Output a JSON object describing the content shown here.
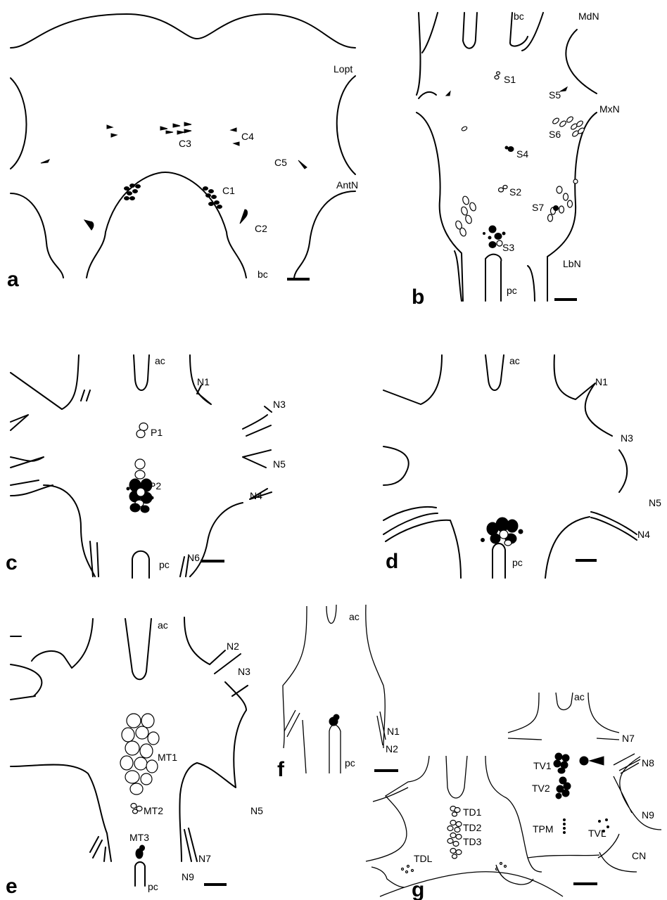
{
  "panels": {
    "a": {
      "letter": "a",
      "labels": {
        "lopt": "Lopt",
        "c3": "C3",
        "c4": "C4",
        "c5": "C5",
        "antn": "AntN",
        "c1": "C1",
        "c2": "C2",
        "bc": "bc"
      }
    },
    "b": {
      "letter": "b",
      "labels": {
        "bc": "bc",
        "mdn": "MdN",
        "s1": "S1",
        "s5": "S5",
        "mxn": "MxN",
        "s6": "S6",
        "s4": "S4",
        "s2": "S2",
        "s7": "S7",
        "s3": "S3",
        "lbn": "LbN",
        "pc": "pc"
      }
    },
    "c": {
      "letter": "c",
      "labels": {
        "ac": "ac",
        "n1": "N1",
        "n3": "N3",
        "p1": "P1",
        "n5": "N5",
        "n4": "N4",
        "p2": "P2",
        "pc": "pc",
        "n6": "N6"
      }
    },
    "d": {
      "letter": "d",
      "labels": {
        "ac": "ac",
        "n1": "N1",
        "n3": "N3",
        "n5": "N5",
        "n4": "N4",
        "pc": "pc"
      }
    },
    "e": {
      "letter": "e",
      "labels": {
        "ac": "ac",
        "n2": "N2",
        "n3": "N3",
        "mt1": "MT1",
        "mt2": "MT2",
        "n5": "N5",
        "mt3": "MT3",
        "n7": "N7",
        "n9": "N9",
        "pc": "pc"
      }
    },
    "f": {
      "letter": "f",
      "labels": {
        "ac": "ac",
        "n1": "N1",
        "n2": "N2",
        "pc": "pc"
      }
    },
    "g": {
      "letter": "g",
      "labels": {
        "ac": "ac",
        "n7": "N7",
        "n8": "N8",
        "tv1": "TV1",
        "tv2": "TV2",
        "td1": "TD1",
        "td2": "TD2",
        "td3": "TD3",
        "tpm": "TPM",
        "tvl": "TVL",
        "n9": "N9",
        "cn": "CN",
        "tdl": "TDL"
      }
    }
  }
}
